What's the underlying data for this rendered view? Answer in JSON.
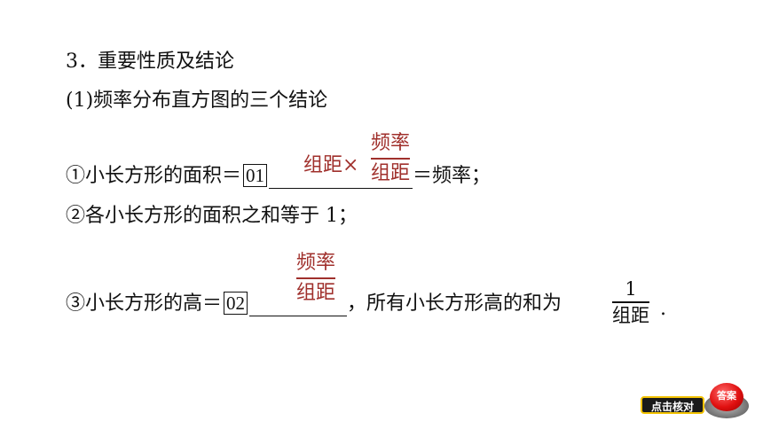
{
  "heading": "3．重要性质及结论",
  "subheading": "(1)频率分布直方图的三个结论",
  "item1": {
    "prefix": "①小长方形的面积＝",
    "box": "01",
    "suffix": "＝频率；",
    "answer_lead": "组距×",
    "answer_num": "频率",
    "answer_den": "组距"
  },
  "item2": {
    "text": "②各小长方形的面积之和等于 1；"
  },
  "item3": {
    "prefix": "③小长方形的高＝",
    "box": "02",
    "middle": "，所有小长方形高的和为",
    "answer_num": "频率",
    "answer_den": "组距",
    "frac_num": "1",
    "frac_den": "组距",
    "end": "."
  },
  "buttons": {
    "check_label": "点击核对",
    "answer_label": "答案"
  }
}
